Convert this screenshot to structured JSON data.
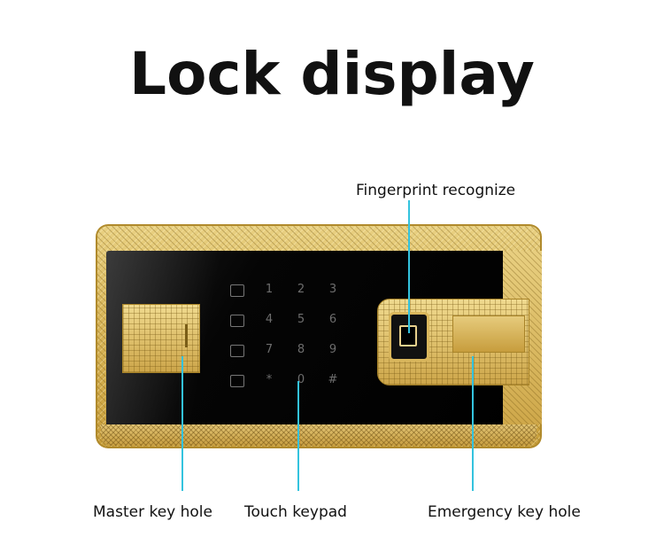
{
  "title": "Lock display",
  "labels": {
    "fingerprint": "Fingerprint recognize",
    "master_key": "Master key hole",
    "touch_keypad": "Touch keypad",
    "emergency_key": "Emergency key hole"
  },
  "keypad": {
    "keys": [
      "1",
      "2",
      "3",
      "4",
      "5",
      "6",
      "7",
      "8",
      "9",
      "*",
      "0",
      "#"
    ],
    "function_icons": [
      "unlock-icon",
      "lock-icon",
      "settings-icon",
      "battery-icon"
    ]
  },
  "colors": {
    "callout_line": "#34c3de",
    "panel_gold": "#d8b65a",
    "glass": "#000000"
  }
}
